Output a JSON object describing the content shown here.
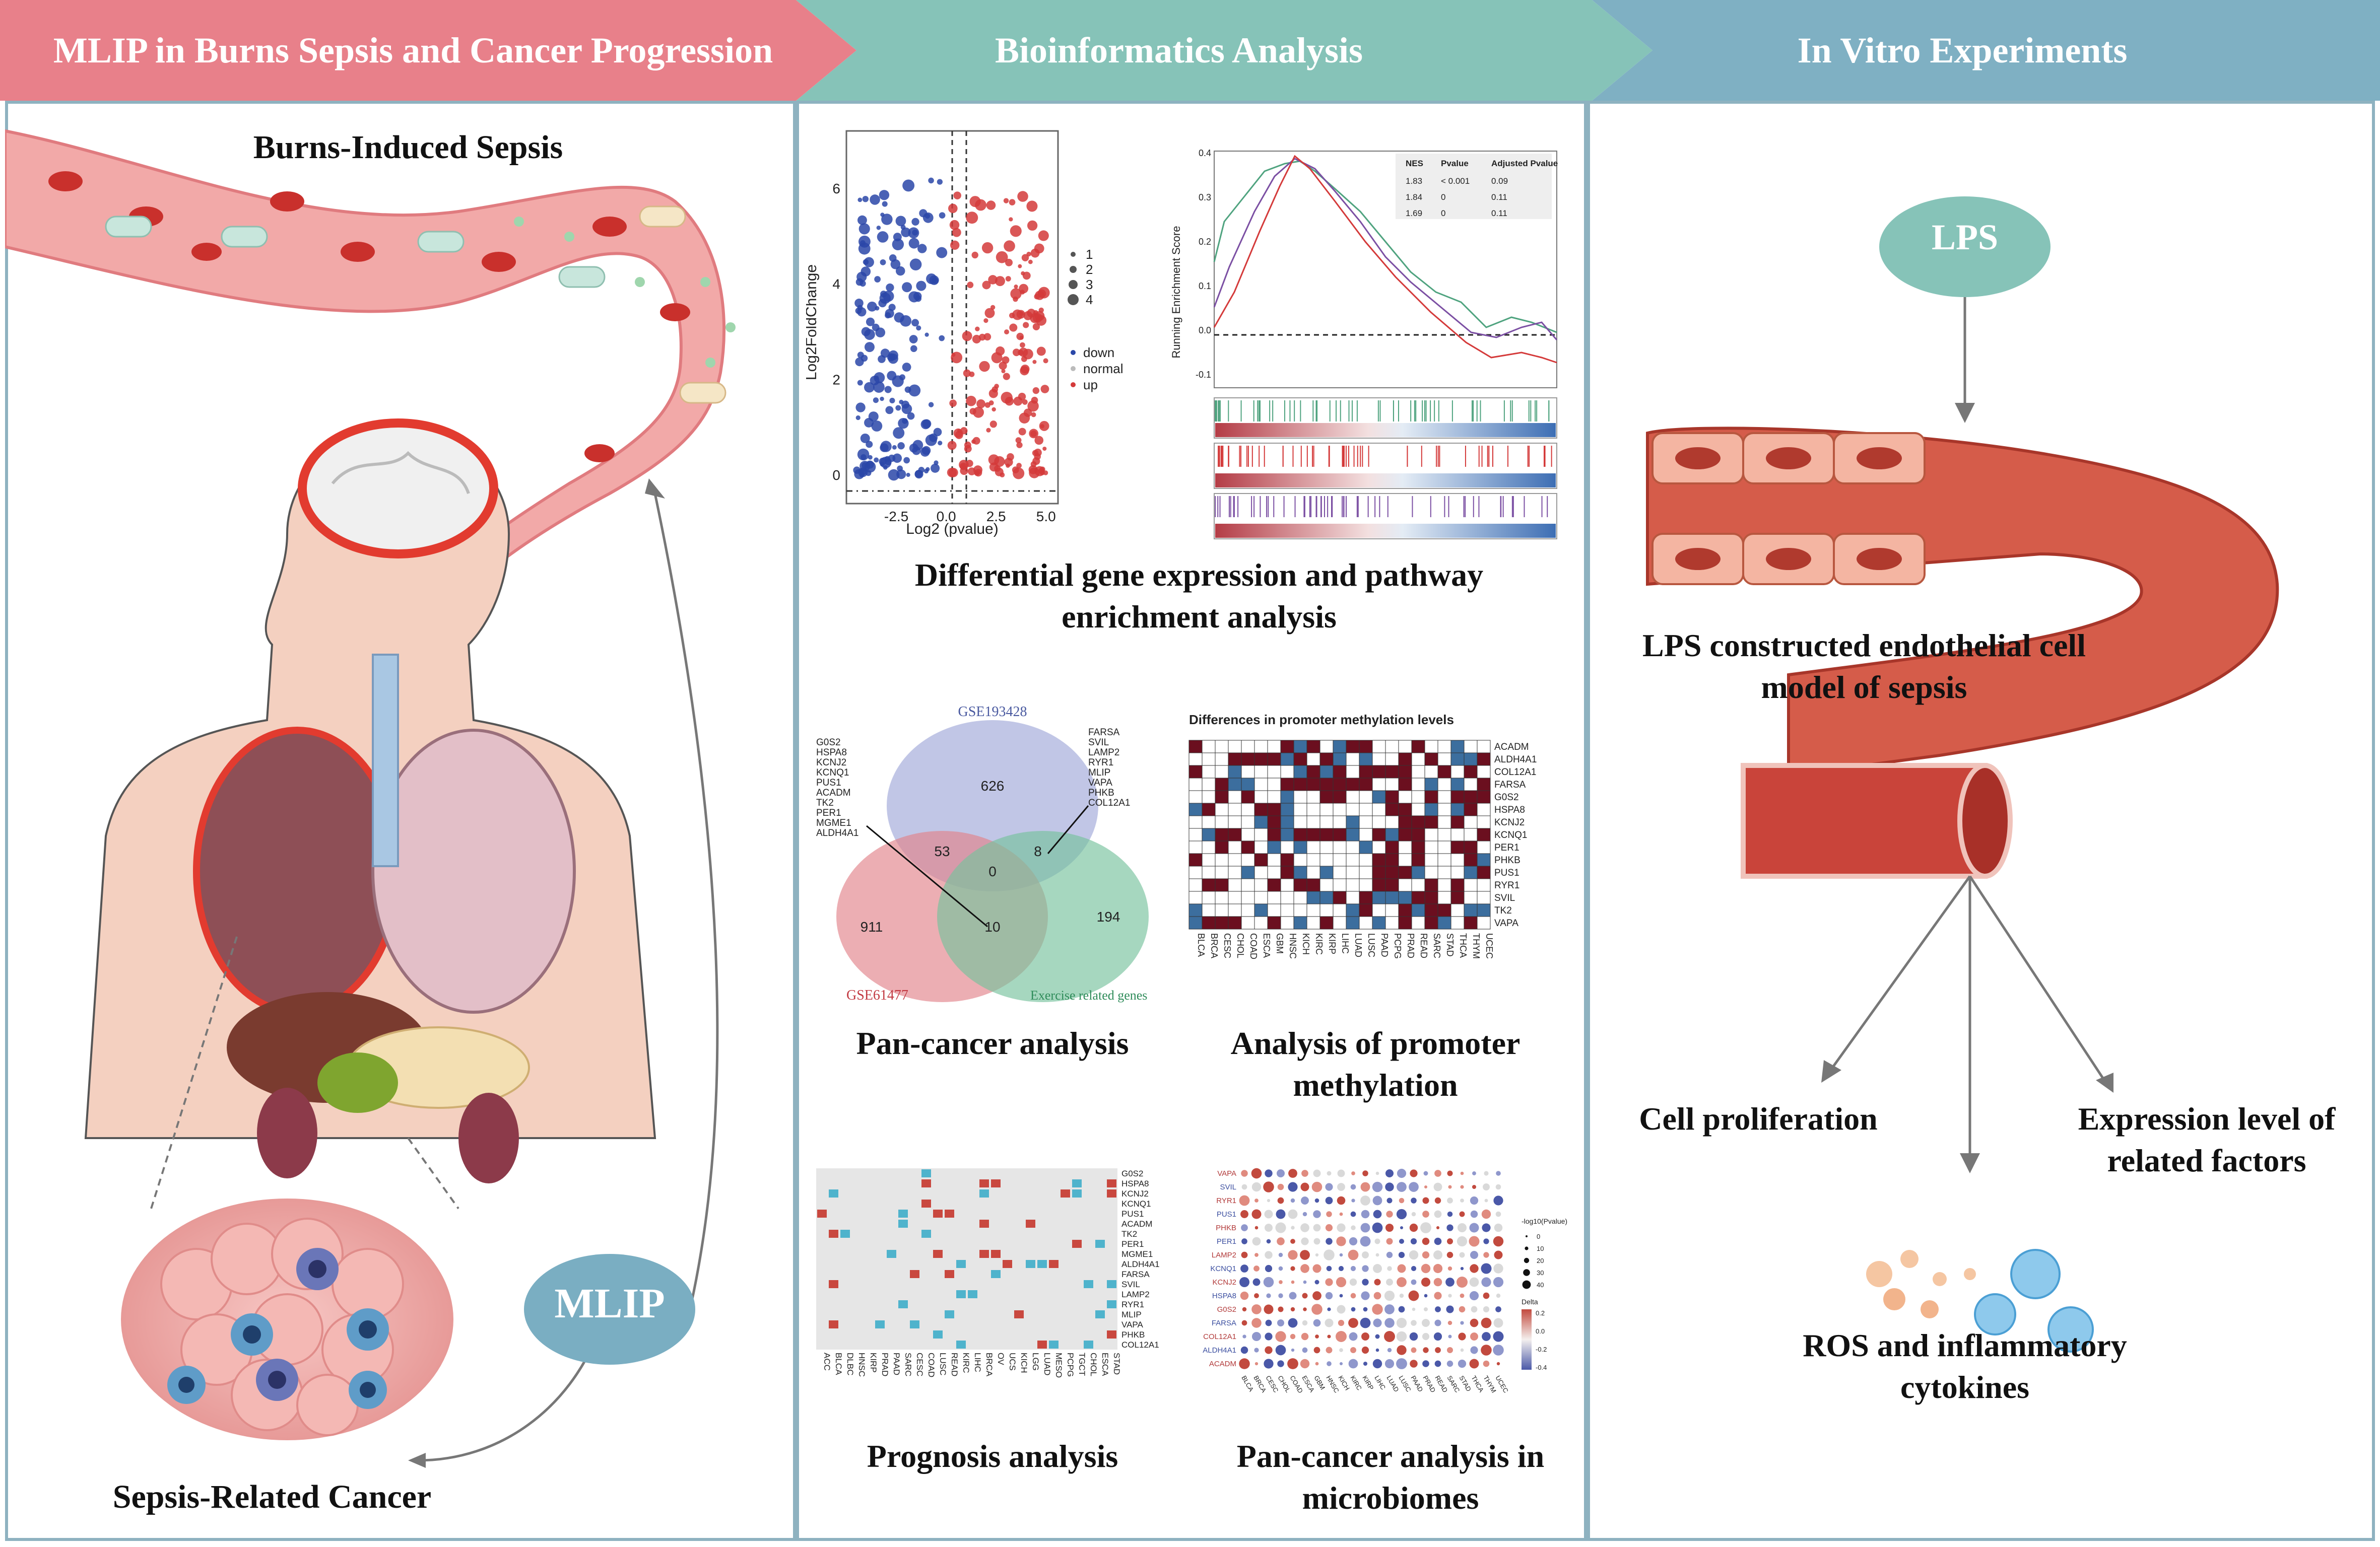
{
  "banners": {
    "left": "MLIP in Burns Sepsis and Cancer Progression",
    "middle": "Bioinformatics Analysis",
    "right": "In Vitro Experiments"
  },
  "left_panel": {
    "burns_title": "Burns-Induced Sepsis",
    "mlip_label": "MLIP",
    "cancer_title": "Sepsis-Related Cancer"
  },
  "middle_panel": {
    "deg_title": "Differential gene expression and pathway enrichment analysis",
    "pancancer_title": "Pan-cancer analysis",
    "methylation_title": "Analysis of promoter methylation",
    "prognosis_title": "Prognosis analysis",
    "microbiome_title": "Pan-cancer analysis in microbiomes"
  },
  "volcano": {
    "ylabel": "Log2FoldChange",
    "xlabel": "Log2 (pvalue)",
    "xticks": [
      "-2.5",
      "0.0",
      "2.5",
      "5.0"
    ],
    "yticks": [
      "0",
      "2",
      "4",
      "6"
    ],
    "size_legend": [
      "1",
      "2",
      "3",
      "4"
    ],
    "group_legend": [
      "down",
      "normal",
      "up"
    ]
  },
  "gsea": {
    "ylabel": "Running Enrichment Score",
    "yticks": [
      "0.4",
      "0.3",
      "0.2",
      "0.1",
      "0.0",
      "-0.1"
    ],
    "table_header": [
      "NES",
      "Pvalue",
      "Adjusted Pvalue"
    ],
    "table_rows": [
      [
        "1.83",
        "< 0.001",
        "0.09"
      ],
      [
        "1.84",
        "0",
        "0.11"
      ],
      [
        "1.69",
        "0",
        "0.11"
      ]
    ]
  },
  "venn": {
    "set_a": "GSE193428",
    "set_b": "GSE61477",
    "set_c": "Exercise related genes",
    "counts": {
      "a_only": "626",
      "b_only": "911",
      "c_only": "194",
      "ab": "53",
      "ac": "8",
      "abc": "0",
      "bc": "10"
    },
    "left_genes": [
      "G0S2",
      "HSPA8",
      "KCNJ2",
      "KCNQ1",
      "PUS1",
      "ACADM",
      "TK2",
      "PER1",
      "MGME1",
      "ALDH4A1"
    ],
    "right_genes": [
      "FARSA",
      "SVIL",
      "LAMP2",
      "RYR1",
      "MLIP",
      "VAPA",
      "PHKB",
      "COL12A1"
    ]
  },
  "methylation": {
    "title": "Differences in promoter methylation levels",
    "genes": [
      "ACADM",
      "ALDH4A1",
      "COL12A1",
      "FARSA",
      "G0S2",
      "HSPA8",
      "KCNJ2",
      "KCNQ1",
      "PER1",
      "PHKB",
      "PUS1",
      "RYR1",
      "SVIL",
      "TK2",
      "VAPA"
    ],
    "cancers": [
      "BLCA",
      "BRCA",
      "CESC",
      "CHOL",
      "COAD",
      "ESCA",
      "GBM",
      "HNSC",
      "KICH",
      "KIRC",
      "KIRP",
      "LIHC",
      "LUAD",
      "LUSC",
      "PAAD",
      "PCPG",
      "PRAD",
      "READ",
      "SARC",
      "STAD",
      "THCA",
      "THYM",
      "UCEC"
    ]
  },
  "prognosis": {
    "genes": [
      "G0S2",
      "HSPA8",
      "KCNJ2",
      "KCNQ1",
      "PUS1",
      "ACADM",
      "TK2",
      "PER1",
      "MGME1",
      "ALDH4A1",
      "FARSA",
      "SVIL",
      "LAMP2",
      "RYR1",
      "MLIP",
      "VAPA",
      "PHKB",
      "COL12A1"
    ],
    "cancers": [
      "ACC",
      "BLCA",
      "DLBC",
      "HNSC",
      "KIRP",
      "PRAD",
      "PAAD",
      "SARC",
      "CESC",
      "COAD",
      "LUSC",
      "READ",
      "KIRC",
      "LIHC",
      "BRCA",
      "OV",
      "UCS",
      "KICH",
      "LGG",
      "LUAD",
      "MESO",
      "PCPG",
      "TGCT",
      "CHOL",
      "ESCA",
      "STAD"
    ]
  },
  "microbiome": {
    "genes": [
      "VAPA",
      "SVIL",
      "RYR1",
      "PUS1",
      "PHKB",
      "PER1",
      "LAMP2",
      "KCNQ1",
      "KCNJ2",
      "HSPA8",
      "G0S2",
      "FARSA",
      "COL12A1",
      "ALDH4A1",
      "ACADM"
    ],
    "cancers": [
      "BLCA",
      "BRCA",
      "CESC",
      "CHOL",
      "COAD",
      "ESCA",
      "GBM",
      "HNSC",
      "KICH",
      "KIRC",
      "KIRP",
      "LIHC",
      "LUAD",
      "LUSC",
      "PAAD",
      "PRAD",
      "READ",
      "SARC",
      "STAD",
      "THCA",
      "THYM",
      "UCEC"
    ],
    "size_title": "-log10(Pvalue)",
    "size_ticks": [
      "0",
      "10",
      "20",
      "30",
      "40"
    ],
    "delta_title": "Delta",
    "delta_ticks": [
      "0.2",
      "0.0",
      "-0.2",
      "-0.4"
    ]
  },
  "right_panel": {
    "lps": "LPS",
    "model_title": "LPS constructed endothelial cell model of sepsis",
    "proliferation": "Cell proliferation",
    "expression": "Expression level of related factors",
    "ros": "ROS and inflammatory cytokines"
  },
  "colors": {
    "banner_left": "#e8808a",
    "banner_middle": "#86c3b8",
    "banner_right": "#7fb0c3",
    "up_red": "#d43a3a",
    "down_blue": "#2a47a8",
    "meth_dark": "#6b0f1f",
    "meth_blue": "#3c6e9e",
    "prog_red": "#c9483f",
    "prog_teal": "#4fb3cc"
  }
}
